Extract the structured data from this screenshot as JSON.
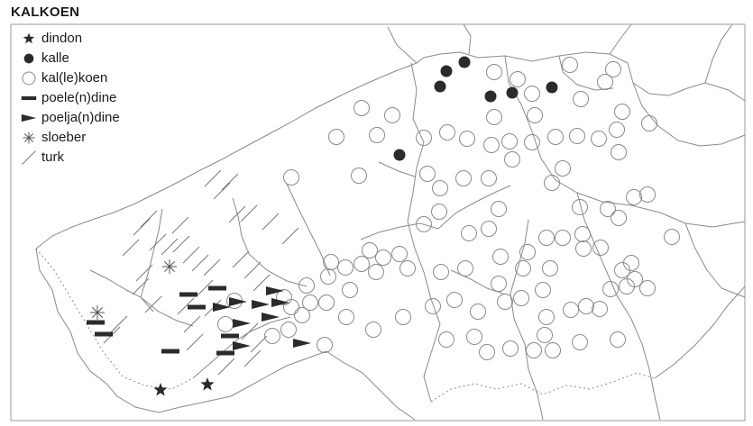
{
  "title": "KALKOEN",
  "legend": [
    {
      "key": "dindon",
      "label": "dindon",
      "symbol": "star-icon"
    },
    {
      "key": "kalle",
      "label": "kalle",
      "symbol": "filled-circle-icon"
    },
    {
      "key": "kalkoen",
      "label": "kal(le)koen",
      "symbol": "open-circle-icon"
    },
    {
      "key": "poeledine",
      "label": "poele(n)dine",
      "symbol": "dash-icon"
    },
    {
      "key": "poeljadine",
      "label": "poelja(n)dine",
      "symbol": "triangle-flag-icon"
    },
    {
      "key": "sloeber",
      "label": "sloeber",
      "symbol": "asterisk-icon"
    },
    {
      "key": "turk",
      "label": "turk",
      "symbol": "slash-icon"
    }
  ],
  "colors": {
    "symbol": "#2b2b2b",
    "outline": "#8a8a8a",
    "border": "#b0b0b0"
  },
  "points": {
    "dindon": [
      [
        178,
        433
      ],
      [
        230,
        427
      ]
    ],
    "kalle": [
      [
        495,
        79
      ],
      [
        515,
        69
      ],
      [
        488,
        96
      ],
      [
        544,
        107
      ],
      [
        568,
        103
      ],
      [
        612,
        97
      ],
      [
        443,
        172
      ]
    ],
    "kalkoen": [
      [
        548,
        80
      ],
      [
        574,
        88
      ],
      [
        632,
        72
      ],
      [
        680,
        77
      ],
      [
        671,
        91
      ],
      [
        590,
        104
      ],
      [
        644,
        110
      ],
      [
        401,
        120
      ],
      [
        435,
        128
      ],
      [
        548,
        130
      ],
      [
        593,
        128
      ],
      [
        690,
        124
      ],
      [
        720,
        137
      ],
      [
        373,
        152
      ],
      [
        418,
        150
      ],
      [
        470,
        153
      ],
      [
        496,
        147
      ],
      [
        518,
        154
      ],
      [
        545,
        161
      ],
      [
        565,
        157
      ],
      [
        590,
        158
      ],
      [
        616,
        152
      ],
      [
        640,
        151
      ],
      [
        664,
        154
      ],
      [
        684,
        144
      ],
      [
        686,
        169
      ],
      [
        568,
        177
      ],
      [
        624,
        187
      ],
      [
        323,
        197
      ],
      [
        398,
        195
      ],
      [
        474,
        193
      ],
      [
        488,
        209
      ],
      [
        514,
        198
      ],
      [
        542,
        198
      ],
      [
        612,
        203
      ],
      [
        487,
        235
      ],
      [
        553,
        232
      ],
      [
        674,
        232
      ],
      [
        686,
        242
      ],
      [
        718,
        216
      ],
      [
        703,
        219
      ],
      [
        643,
        230
      ],
      [
        470,
        249
      ],
      [
        520,
        259
      ],
      [
        542,
        254
      ],
      [
        606,
        264
      ],
      [
        624,
        264
      ],
      [
        646,
        260
      ],
      [
        745,
        263
      ],
      [
        410,
        278
      ],
      [
        443,
        282
      ],
      [
        425,
        286
      ],
      [
        367,
        291
      ],
      [
        383,
        297
      ],
      [
        401,
        293
      ],
      [
        417,
        302
      ],
      [
        452,
        298
      ],
      [
        489,
        302
      ],
      [
        516,
        298
      ],
      [
        555,
        285
      ],
      [
        585,
        280
      ],
      [
        647,
        276
      ],
      [
        666,
        275
      ],
      [
        364,
        307
      ],
      [
        388,
        322
      ],
      [
        340,
        317
      ],
      [
        344,
        336
      ],
      [
        362,
        336
      ],
      [
        323,
        341
      ],
      [
        335,
        350
      ],
      [
        315,
        330
      ],
      [
        250,
        360
      ],
      [
        302,
        373
      ],
      [
        320,
        366
      ],
      [
        384,
        352
      ],
      [
        414,
        366
      ],
      [
        447,
        352
      ],
      [
        480,
        340
      ],
      [
        504,
        333
      ],
      [
        530,
        346
      ],
      [
        560,
        335
      ],
      [
        578,
        331
      ],
      [
        602,
        322
      ],
      [
        606,
        352
      ],
      [
        633,
        344
      ],
      [
        650,
        340
      ],
      [
        665,
        343
      ],
      [
        677,
        321
      ],
      [
        695,
        318
      ],
      [
        704,
        310
      ],
      [
        718,
        320
      ],
      [
        690,
        300
      ],
      [
        700,
        292
      ],
      [
        610,
        298
      ],
      [
        580,
        298
      ],
      [
        553,
        315
      ],
      [
        495,
        377
      ],
      [
        526,
        374
      ],
      [
        540,
        391
      ],
      [
        566,
        387
      ],
      [
        592,
        389
      ],
      [
        613,
        389
      ],
      [
        643,
        380
      ],
      [
        685,
        377
      ],
      [
        604,
        372
      ],
      [
        360,
        383
      ],
      [
        260,
        334
      ]
    ],
    "poeledine": [
      [
        241,
        320
      ],
      [
        209,
        327
      ],
      [
        218,
        341
      ],
      [
        106,
        358
      ],
      [
        115,
        371
      ],
      [
        255,
        373
      ],
      [
        189,
        390
      ],
      [
        250,
        392
      ]
    ],
    "poeljadine": [
      [
        264,
        335
      ],
      [
        305,
        323
      ],
      [
        289,
        338
      ],
      [
        311,
        336
      ],
      [
        246,
        341
      ],
      [
        300,
        352
      ],
      [
        268,
        359
      ],
      [
        268,
        384
      ],
      [
        335,
        381
      ]
    ],
    "sloeber": [
      [
        188,
        296
      ],
      [
        108,
        347
      ]
    ],
    "turk": [
      [
        236,
        198
      ],
      [
        246,
        212
      ],
      [
        255,
        202
      ],
      [
        263,
        238
      ],
      [
        200,
        250
      ],
      [
        165,
        243
      ],
      [
        157,
        252
      ],
      [
        175,
        269
      ],
      [
        188,
        274
      ],
      [
        201,
        271
      ],
      [
        212,
        283
      ],
      [
        222,
        292
      ],
      [
        235,
        297
      ],
      [
        227,
        320
      ],
      [
        236,
        342
      ],
      [
        206,
        340
      ],
      [
        213,
        360
      ],
      [
        216,
        380
      ],
      [
        156,
        318
      ],
      [
        170,
        338
      ],
      [
        276,
        237
      ],
      [
        300,
        246
      ],
      [
        322,
        262
      ],
      [
        267,
        288
      ],
      [
        280,
        300
      ],
      [
        290,
        314
      ],
      [
        277,
        368
      ],
      [
        287,
        382
      ],
      [
        280,
        398
      ],
      [
        251,
        407
      ],
      [
        124,
        372
      ],
      [
        132,
        360
      ],
      [
        160,
        303
      ],
      [
        145,
        275
      ]
    ]
  }
}
